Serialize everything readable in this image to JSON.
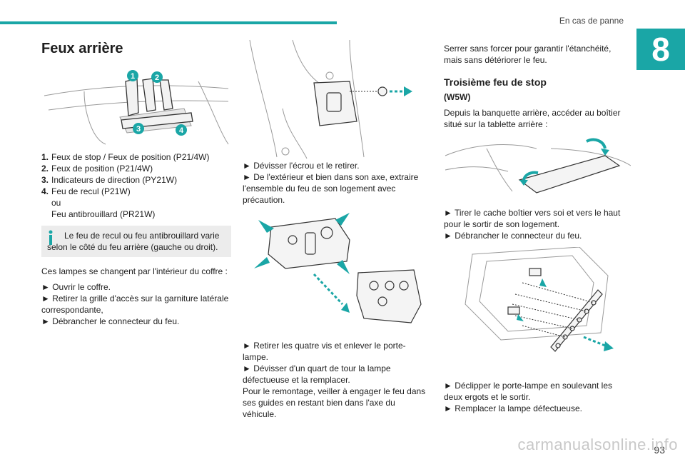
{
  "header": {
    "section": "En cas de panne",
    "chapter": "8"
  },
  "col1": {
    "title": "Feux arrière",
    "list": [
      {
        "num": "1.",
        "text": "Feux de stop / Feux de position (P21/4W)"
      },
      {
        "num": "2.",
        "text": "Feux de position (P21/4W)"
      },
      {
        "num": "3.",
        "text": "Indicateurs de direction (PY21W)"
      },
      {
        "num": "4.",
        "text": "Feu de recul (P21W)"
      }
    ],
    "list_or": "ou",
    "list_alt": "Feu antibrouillard (PR21W)",
    "info": "Le feu de recul ou feu antibrouillard varie selon le côté du feu arrière (gauche ou droit).",
    "intro": "Ces lampes se changent par l'intérieur du coffre :",
    "steps": [
      "► Ouvrir le coffre.",
      "► Retirer la grille d'accès sur la garniture latérale correspondante,",
      "► Débrancher le connecteur du feu."
    ],
    "callouts": [
      "1",
      "2",
      "3",
      "4"
    ]
  },
  "col2": {
    "steps_a": [
      "► Dévisser l'écrou et le retirer.",
      "► De l'extérieur et bien dans son axe, extraire l'ensemble du feu de son logement avec précaution."
    ],
    "steps_b": [
      "► Retirer les quatre vis et enlever le porte-lampe.",
      "► Dévisser d'un quart de tour la lampe défectueuse et la remplacer."
    ],
    "note": "Pour le remontage, veiller à engager le feu dans ses guides en restant bien dans l'axe du véhicule."
  },
  "col3": {
    "intro": "Serrer sans forcer pour garantir l'étanchéité, mais sans détériorer le feu.",
    "title": "Troisième feu de stop",
    "subtitle": "(W5W)",
    "para": "Depuis la banquette arrière, accéder au boîtier situé sur la tablette arrière :",
    "steps_a": [
      "► Tirer le cache boîtier vers soi et vers le haut pour le sortir de son logement.",
      "► Débrancher le connecteur du feu."
    ],
    "steps_b": [
      "► Déclipper le porte-lampe en soulevant les deux ergots et le sortir.",
      "► Remplacer la lampe défectueuse."
    ]
  },
  "footer": {
    "page": "93",
    "watermark": "carmanualsonline.info"
  },
  "colors": {
    "accent": "#1aa6a6",
    "info_bg": "#ececec"
  }
}
